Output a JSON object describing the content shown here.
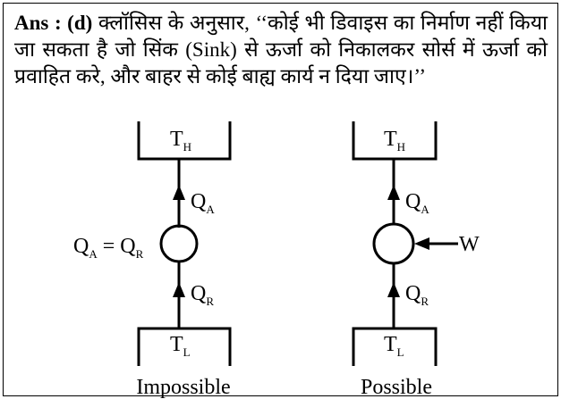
{
  "answer": {
    "label": "Ans : (d)",
    "text": "क्लॉसिस के अनुसार, ‘‘कोई भी डिवाइस का निर्माण नहीं किया जा सकता है जो सिंक (Sink) से ऊर्जा को निकालकर सोर्स में ऊर्जा को प्रवाहित करे, और बाहर से कोई बाह्य कार्य न दिया जाए।’’"
  },
  "diagrams": {
    "left": {
      "hot": "T",
      "hot_sub": "H",
      "cold": "T",
      "cold_sub": "L",
      "flow_upper": "Q",
      "flow_upper_sub": "A",
      "flow_lower": "Q",
      "flow_lower_sub": "R",
      "eq_left": "Q",
      "eq_left_sub": "A",
      "eq_mid": " = Q",
      "eq_right_sub": "R",
      "caption": "Impossible"
    },
    "right": {
      "hot": "T",
      "hot_sub": "H",
      "cold": "T",
      "cold_sub": "L",
      "flow_upper": "Q",
      "flow_upper_sub": "A",
      "flow_lower": "Q",
      "flow_lower_sub": "R",
      "work": "W",
      "caption": "Possible"
    }
  }
}
